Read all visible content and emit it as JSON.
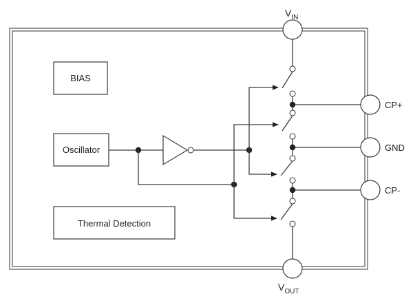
{
  "blocks": {
    "bias": "BIAS",
    "oscillator": "Oscillator",
    "thermal": "Thermal Detection"
  },
  "pins": {
    "vin": {
      "main": "V",
      "sub": "IN"
    },
    "vout": {
      "main": "V",
      "sub": "OUT"
    },
    "cp_plus": "CP+",
    "gnd": "GND",
    "cp_minus": "CP-"
  }
}
